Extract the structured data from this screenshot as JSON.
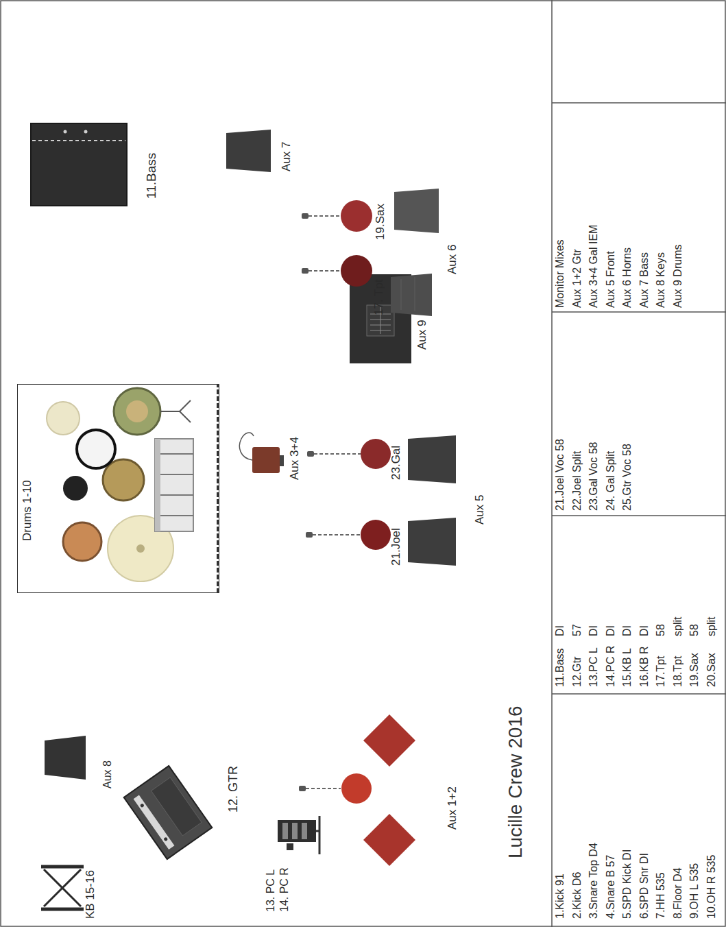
{
  "diagram": {
    "title": "Lucille Crew 2016",
    "nodes": [
      {
        "text": [
          "Drums 1-10"
        ]
      }
    ],
    "labels": [
      "KB 15-16",
      "Aux 8",
      "12. GTR",
      "13. PC L",
      "14. PC R",
      "Aux 1+2",
      "21.Joel",
      "23.Gal",
      "Aux 3+4",
      "Aux 5",
      "Aux 9",
      "17. Tpt",
      "19.Sax",
      "Aux 6",
      "Aux 7",
      "11.Bass",
      "1.Kick 91",
      "2.Kick D6",
      "3.Snare Top D4",
      "4.Snare B 57",
      "5.SPD Kick DI",
      "6.SPD Snr DI",
      "7.HH 535",
      "8.Floor D4",
      "9.OH L 535",
      "10.OH R 535",
      "11.Bass",
      "DI",
      "12.Gtr",
      "57",
      "13.PC L",
      "DI",
      "14.PC R",
      "DI",
      "15.KB L",
      "DI",
      "16.KB R",
      "DI",
      "17.Tpt",
      "58",
      "18.Tpt",
      "split",
      "19.Sax",
      "58",
      "20.Sax",
      "split",
      "21.Joel Voc 58",
      "22.Joel Split",
      "23.Gal Voc 58",
      "24. Gal Split",
      "25.Gtr Voc 58",
      "Monitor Mixes",
      "Aux 1+2  Gtr",
      "Aux 3+4 Gal IEM",
      "Aux 5 Front",
      "Aux 6 Horns",
      "Aux 7 Bass",
      "Aux 8 Keys",
      "Aux 9 Drums"
    ]
  }
}
